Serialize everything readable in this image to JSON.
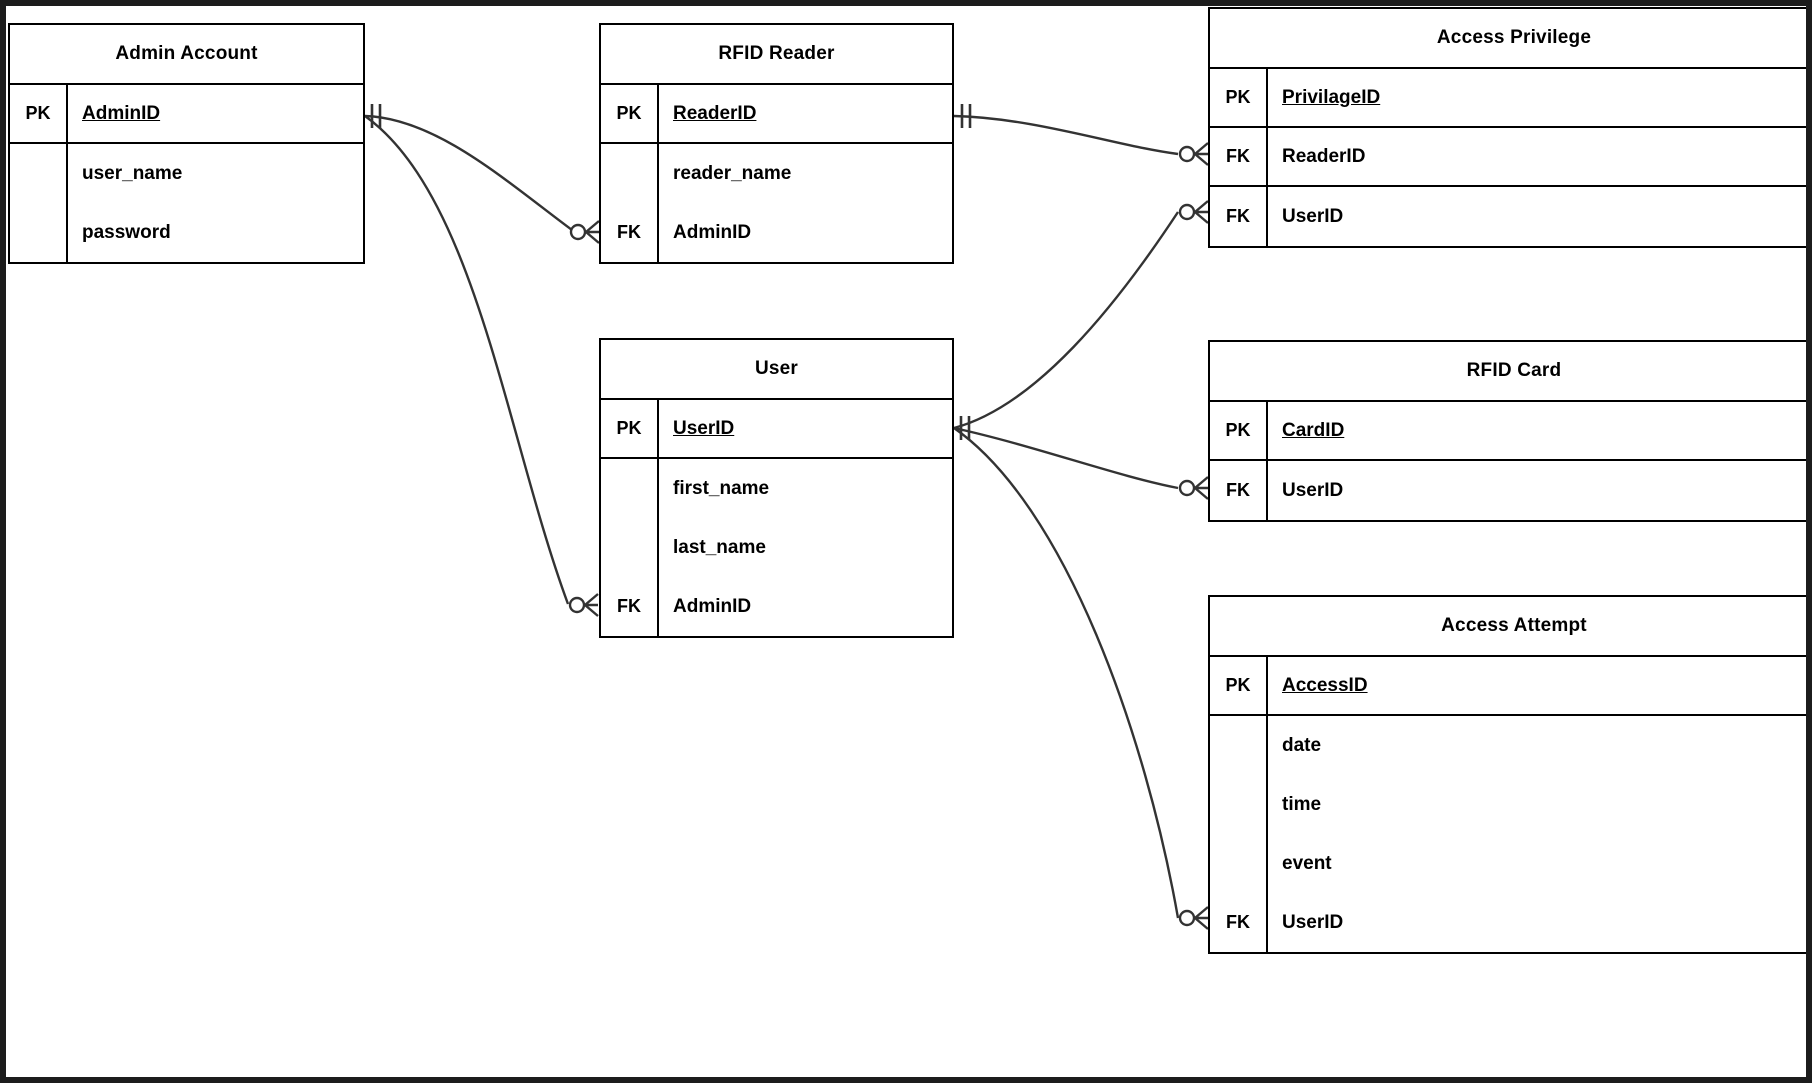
{
  "diagram": {
    "type": "er-diagram",
    "notation": "crow's foot",
    "background_color": "#ffffff",
    "border_color": "#1c1c1c",
    "line_color": "#333333",
    "entities": [
      {
        "id": "admin-account",
        "title": "Admin Account",
        "rows": [
          {
            "key": "PK",
            "attr": "AdminID",
            "pk": true
          },
          {
            "key": "",
            "attr": "user_name",
            "pk": false
          },
          {
            "key": "",
            "attr": "password",
            "pk": false
          }
        ]
      },
      {
        "id": "rfid-reader",
        "title": "RFID Reader",
        "rows": [
          {
            "key": "PK",
            "attr": "ReaderID",
            "pk": true
          },
          {
            "key": "",
            "attr": "reader_name",
            "pk": false
          },
          {
            "key": "FK",
            "attr": "AdminID",
            "pk": false
          }
        ]
      },
      {
        "id": "access-privilege",
        "title": "Access Privilege",
        "rows": [
          {
            "key": "PK",
            "attr": "PrivilageID",
            "pk": true
          },
          {
            "key": "FK",
            "attr": "ReaderID",
            "pk": false
          },
          {
            "key": "FK",
            "attr": "UserID",
            "pk": false
          }
        ]
      },
      {
        "id": "user",
        "title": "User",
        "rows": [
          {
            "key": "PK",
            "attr": "UserID",
            "pk": true
          },
          {
            "key": "",
            "attr": "first_name",
            "pk": false
          },
          {
            "key": "",
            "attr": "last_name",
            "pk": false
          },
          {
            "key": "FK",
            "attr": "AdminID",
            "pk": false
          }
        ]
      },
      {
        "id": "rfid-card",
        "title": "RFID Card",
        "rows": [
          {
            "key": "PK",
            "attr": "CardID",
            "pk": true
          },
          {
            "key": "FK",
            "attr": "UserID",
            "pk": false
          }
        ]
      },
      {
        "id": "access-attempt",
        "title": "Access Attempt",
        "rows": [
          {
            "key": "PK",
            "attr": "AccessID",
            "pk": true
          },
          {
            "key": "",
            "attr": "date",
            "pk": false
          },
          {
            "key": "",
            "attr": "time",
            "pk": false
          },
          {
            "key": "",
            "attr": "event",
            "pk": false
          },
          {
            "key": "FK",
            "attr": "UserID",
            "pk": false
          }
        ]
      }
    ],
    "relationships": [
      {
        "from": "admin-account.AdminID",
        "to": "rfid-reader.AdminID",
        "from_cardinality": "one-and-only-one",
        "to_cardinality": "zero-or-many"
      },
      {
        "from": "admin-account.AdminID",
        "to": "user.AdminID",
        "from_cardinality": "one-and-only-one",
        "to_cardinality": "zero-or-many"
      },
      {
        "from": "rfid-reader.ReaderID",
        "to": "access-privilege.ReaderID",
        "from_cardinality": "one-and-only-one",
        "to_cardinality": "zero-or-many"
      },
      {
        "from": "user.UserID",
        "to": "access-privilege.UserID",
        "from_cardinality": "one-and-only-one",
        "to_cardinality": "zero-or-many"
      },
      {
        "from": "user.UserID",
        "to": "rfid-card.UserID",
        "from_cardinality": "one-and-only-one",
        "to_cardinality": "zero-or-many"
      },
      {
        "from": "user.UserID",
        "to": "access-attempt.UserID",
        "from_cardinality": "one-and-only-one",
        "to_cardinality": "zero-or-many"
      }
    ]
  }
}
